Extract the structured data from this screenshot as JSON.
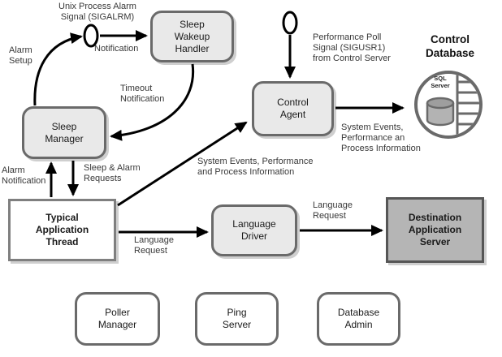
{
  "nodes": {
    "sleep_wakeup_handler": {
      "label": "Sleep\nWakeup\nHandler"
    },
    "sleep_manager": {
      "label": "Sleep\nManager"
    },
    "control_agent": {
      "label": "Control\nAgent"
    },
    "typical_application_thread": {
      "label": "Typical\nApplication\nThread"
    },
    "language_driver": {
      "label": "Language\nDriver"
    },
    "destination_application_server": {
      "label": "Destination\nApplication\nServer"
    },
    "poller_manager": {
      "label": "Poller\nManager"
    },
    "ping_server": {
      "label": "Ping\nServer"
    },
    "database_admin": {
      "label": "Database\nAdmin"
    }
  },
  "control_database": {
    "title": "Control\nDatabase",
    "icon_label": "SQL\nServer"
  },
  "edge_labels": {
    "unix_process_alarm_signal": "Unix Process Alarm\nSignal (SIGALRM)",
    "alarm_setup": "Alarm\nSetup",
    "notification": "Notification",
    "timeout_notification": "Timeout\nNotification",
    "alarm_notification": "Alarm\nNotification",
    "sleep_and_alarm_requests": "Sleep & Alarm\nRequests",
    "system_events_from_thread": "System Events, Performance\nand Process Information",
    "performance_poll_signal": "Performance Poll\nSignal (SIGUSR1)\nfrom Control Server",
    "system_events_to_database": "System Events,\nPerformance an\nProcess Information",
    "language_request_thread": "Language\nRequest",
    "language_request_driver": "Language\nRequest"
  },
  "colors": {
    "box_fill": "#e9e9e9",
    "box_border": "#6a6a6a",
    "white_box_fill": "#ffffff",
    "dark_box_fill": "#b5b5b5",
    "dark_box_border": "#565656",
    "arrow": "#000000",
    "cylinder_fill": "#b3b3b3"
  }
}
